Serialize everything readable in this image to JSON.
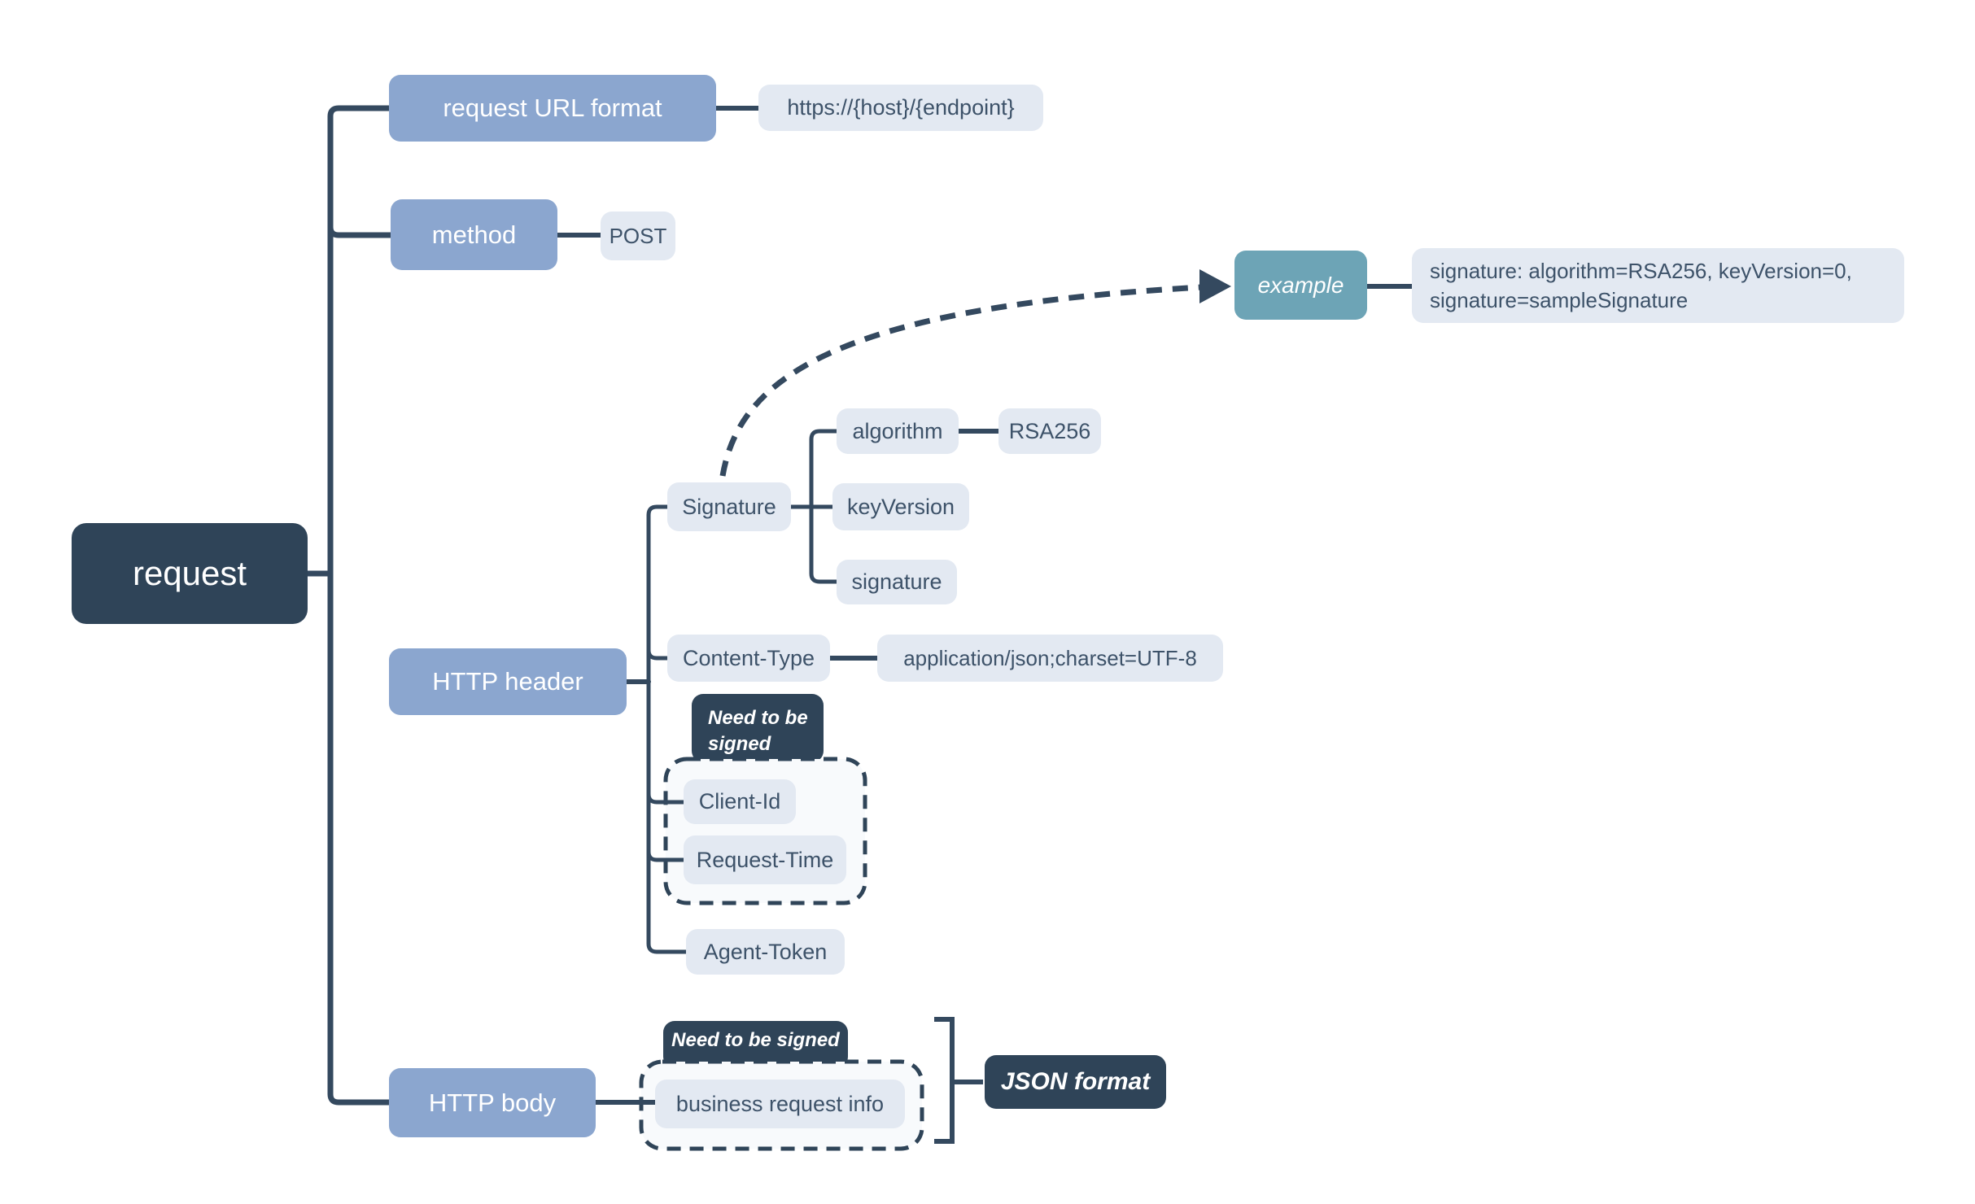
{
  "palette": {
    "dark_node": "#2f4458",
    "blue_node": "#8ba6cf",
    "light_node": "#e3e9f2",
    "teal_node": "#6da4b6",
    "connector_line": "#34495f",
    "group_background": "#f8fafc",
    "text_on_light": "#3d5269",
    "text_on_dark": "#ffffff"
  },
  "root": {
    "label": "request"
  },
  "branches": {
    "url": {
      "label": "request URL format",
      "value": "https://{host}/{endpoint}"
    },
    "method": {
      "label": "method",
      "value": "POST"
    },
    "header": {
      "label": "HTTP header",
      "signature": {
        "label": "Signature",
        "children": [
          {
            "label": "algorithm",
            "value": "RSA256"
          },
          {
            "label": "keyVersion"
          },
          {
            "label": "signature"
          }
        ]
      },
      "content_type": {
        "label": "Content-Type",
        "value": "application/json;charset=UTF-8"
      },
      "signed_group": {
        "label": "Need to be signed",
        "items": [
          "Client-Id",
          "Request-Time"
        ]
      },
      "agent_token": {
        "label": "Agent-Token"
      }
    },
    "body": {
      "label": "HTTP body",
      "signed_group": {
        "label": "Need to be signed",
        "items": [
          "business request info"
        ]
      },
      "format_note": {
        "label": "JSON format"
      }
    }
  },
  "example": {
    "label": "example",
    "value": "signature: algorithm=RSA256, keyVersion=0, signature=sampleSignature"
  }
}
